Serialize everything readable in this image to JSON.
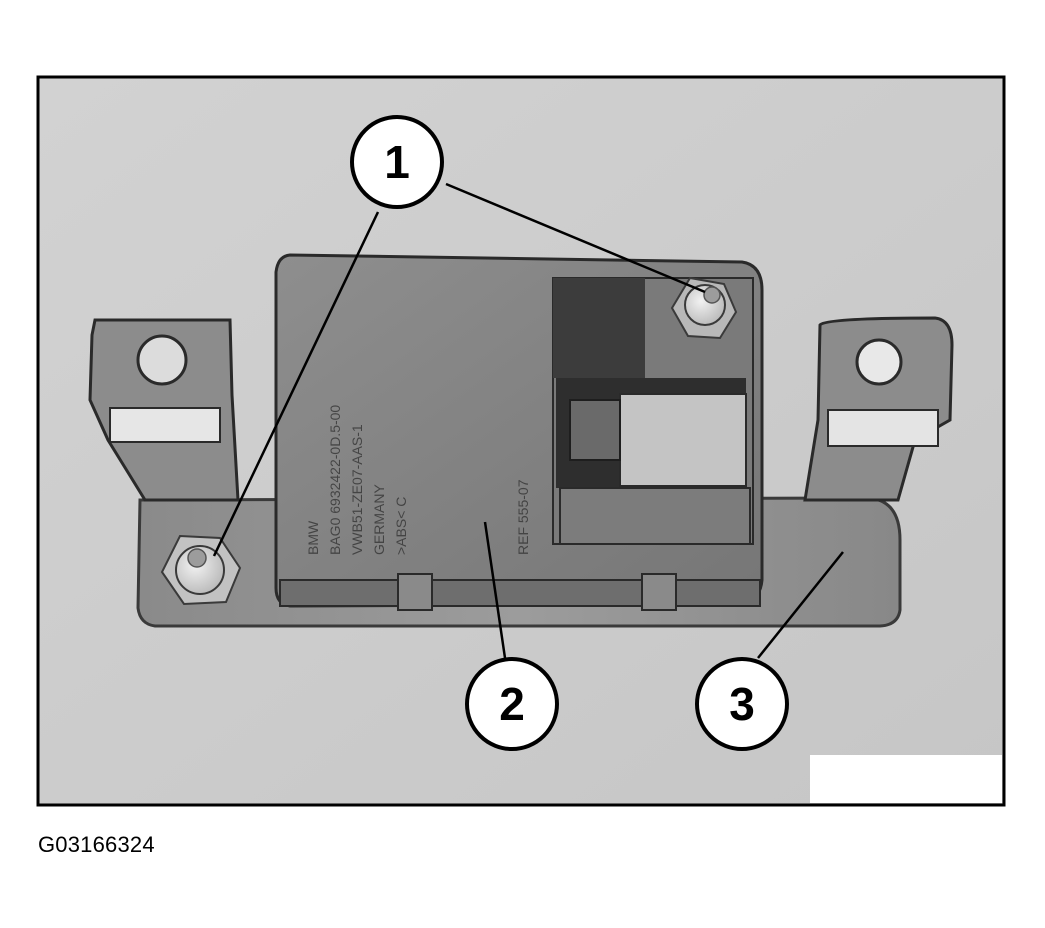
{
  "module_label": {
    "lines": [
      "BMW",
      "BAG0 6932422-0D.5-00",
      "VWB51-ZE07-AAS-1",
      "GERMANY",
      ">ABS< C"
    ],
    "side_line": "REF 555-07"
  },
  "callouts": [
    {
      "number": "1",
      "part": "mounting nuts"
    },
    {
      "number": "2",
      "part": "module"
    },
    {
      "number": "3",
      "part": "bracket"
    }
  ],
  "figure_id": "G03166324"
}
